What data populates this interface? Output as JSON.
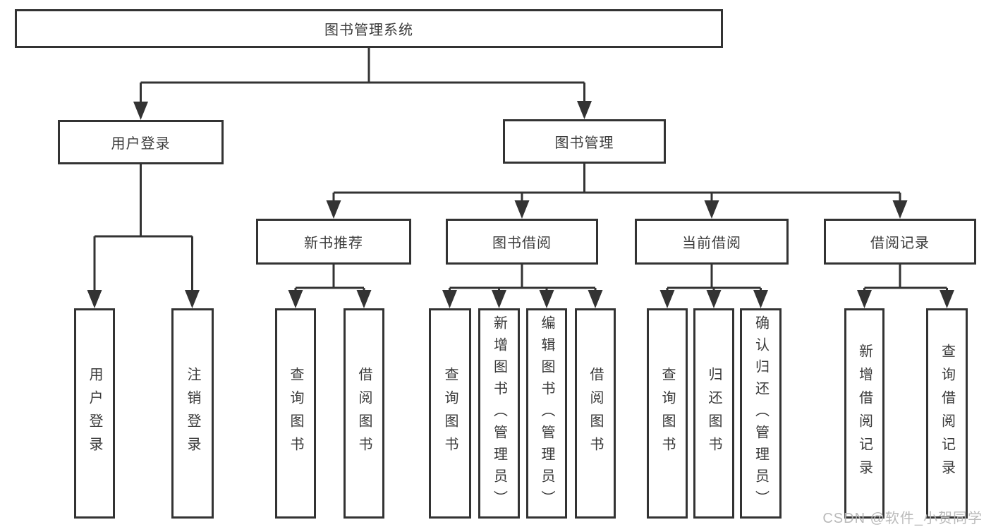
{
  "diagram_title": "图书管理系统",
  "tree": {
    "root": {
      "label": "图书管理系统",
      "children": [
        {
          "label": "用户登录",
          "children": [
            {
              "label": "用户登录"
            },
            {
              "label": "注销登录"
            }
          ]
        },
        {
          "label": "图书管理",
          "children": [
            {
              "label": "新书推荐",
              "children": [
                {
                  "label": "查询图书"
                },
                {
                  "label": "借阅图书"
                }
              ]
            },
            {
              "label": "图书借阅",
              "children": [
                {
                  "label": "查询图书"
                },
                {
                  "label": "新增图书（管理员）"
                },
                {
                  "label": "编辑图书（管理员）"
                },
                {
                  "label": "借阅图书"
                }
              ]
            },
            {
              "label": "当前借阅",
              "children": [
                {
                  "label": "查询图书"
                },
                {
                  "label": "归还图书"
                },
                {
                  "label": "确认归还（管理员）"
                }
              ]
            },
            {
              "label": "借阅记录",
              "children": [
                {
                  "label": "新增借阅记录"
                },
                {
                  "label": "查询借阅记录"
                }
              ]
            }
          ]
        }
      ]
    }
  },
  "watermark": "CSDN @软件_小贺同学",
  "colors": {
    "background": "#ffffff",
    "box_fill": "#ffffff",
    "box_border": "#333333",
    "line": "#333333",
    "text": "#3a3a3a",
    "watermark": "#b6b6b6"
  }
}
